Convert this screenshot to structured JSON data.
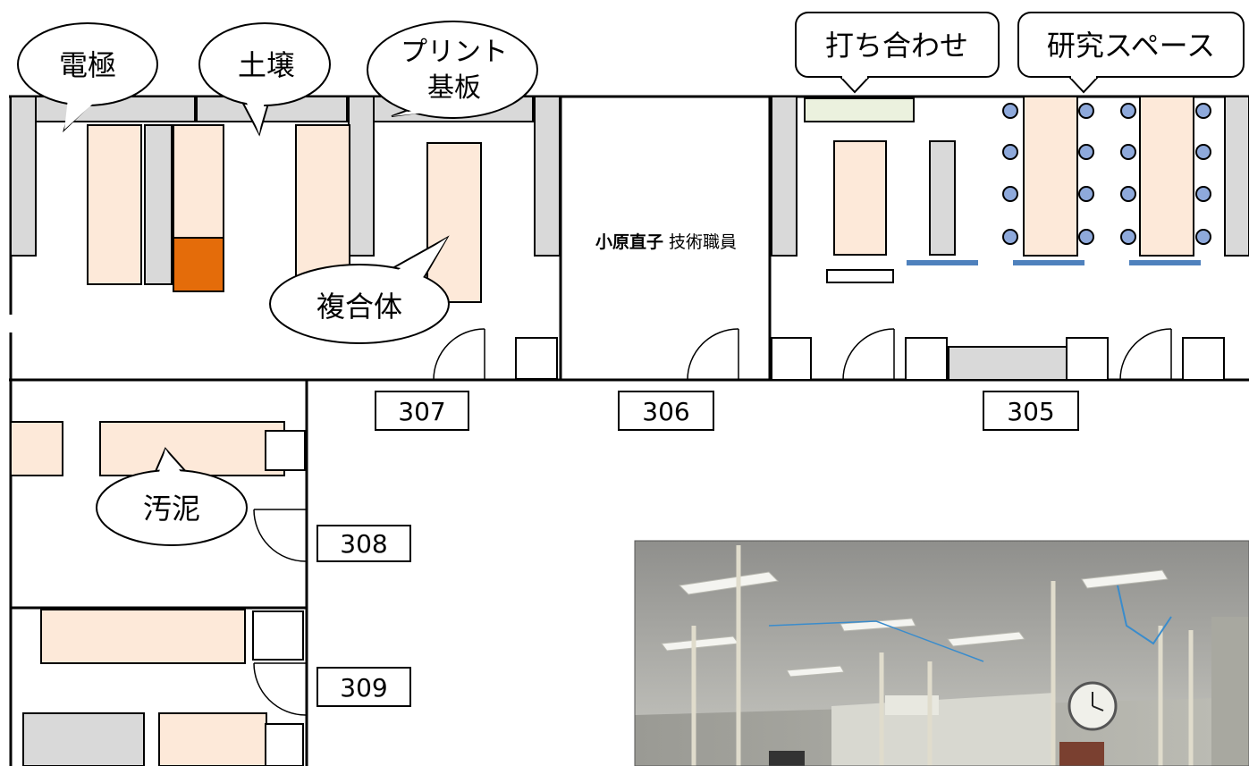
{
  "bubbles": {
    "electrode": "電極",
    "soil": "土壌",
    "pcb_line1": "プリント",
    "pcb_line2": "基板",
    "meeting": "打ち合わせ",
    "research": "研究スペース",
    "composite": "複合体",
    "sludge": "汚泥"
  },
  "staff": {
    "name": "小原直子",
    "title": "技術職員"
  },
  "rooms": {
    "r307": "307",
    "r306": "306",
    "r305": "305",
    "r308": "308",
    "r309": "309"
  },
  "colors": {
    "bench_fill": "#fde9d9",
    "gray_fill": "#d9d9d9",
    "accent_orange": "#e46c0a",
    "chair_fill": "#8ea9db",
    "blue_line": "#4f81bd",
    "meeting_table": "#ebf1de"
  },
  "photo": {
    "subject": "laboratory-room-photo"
  }
}
